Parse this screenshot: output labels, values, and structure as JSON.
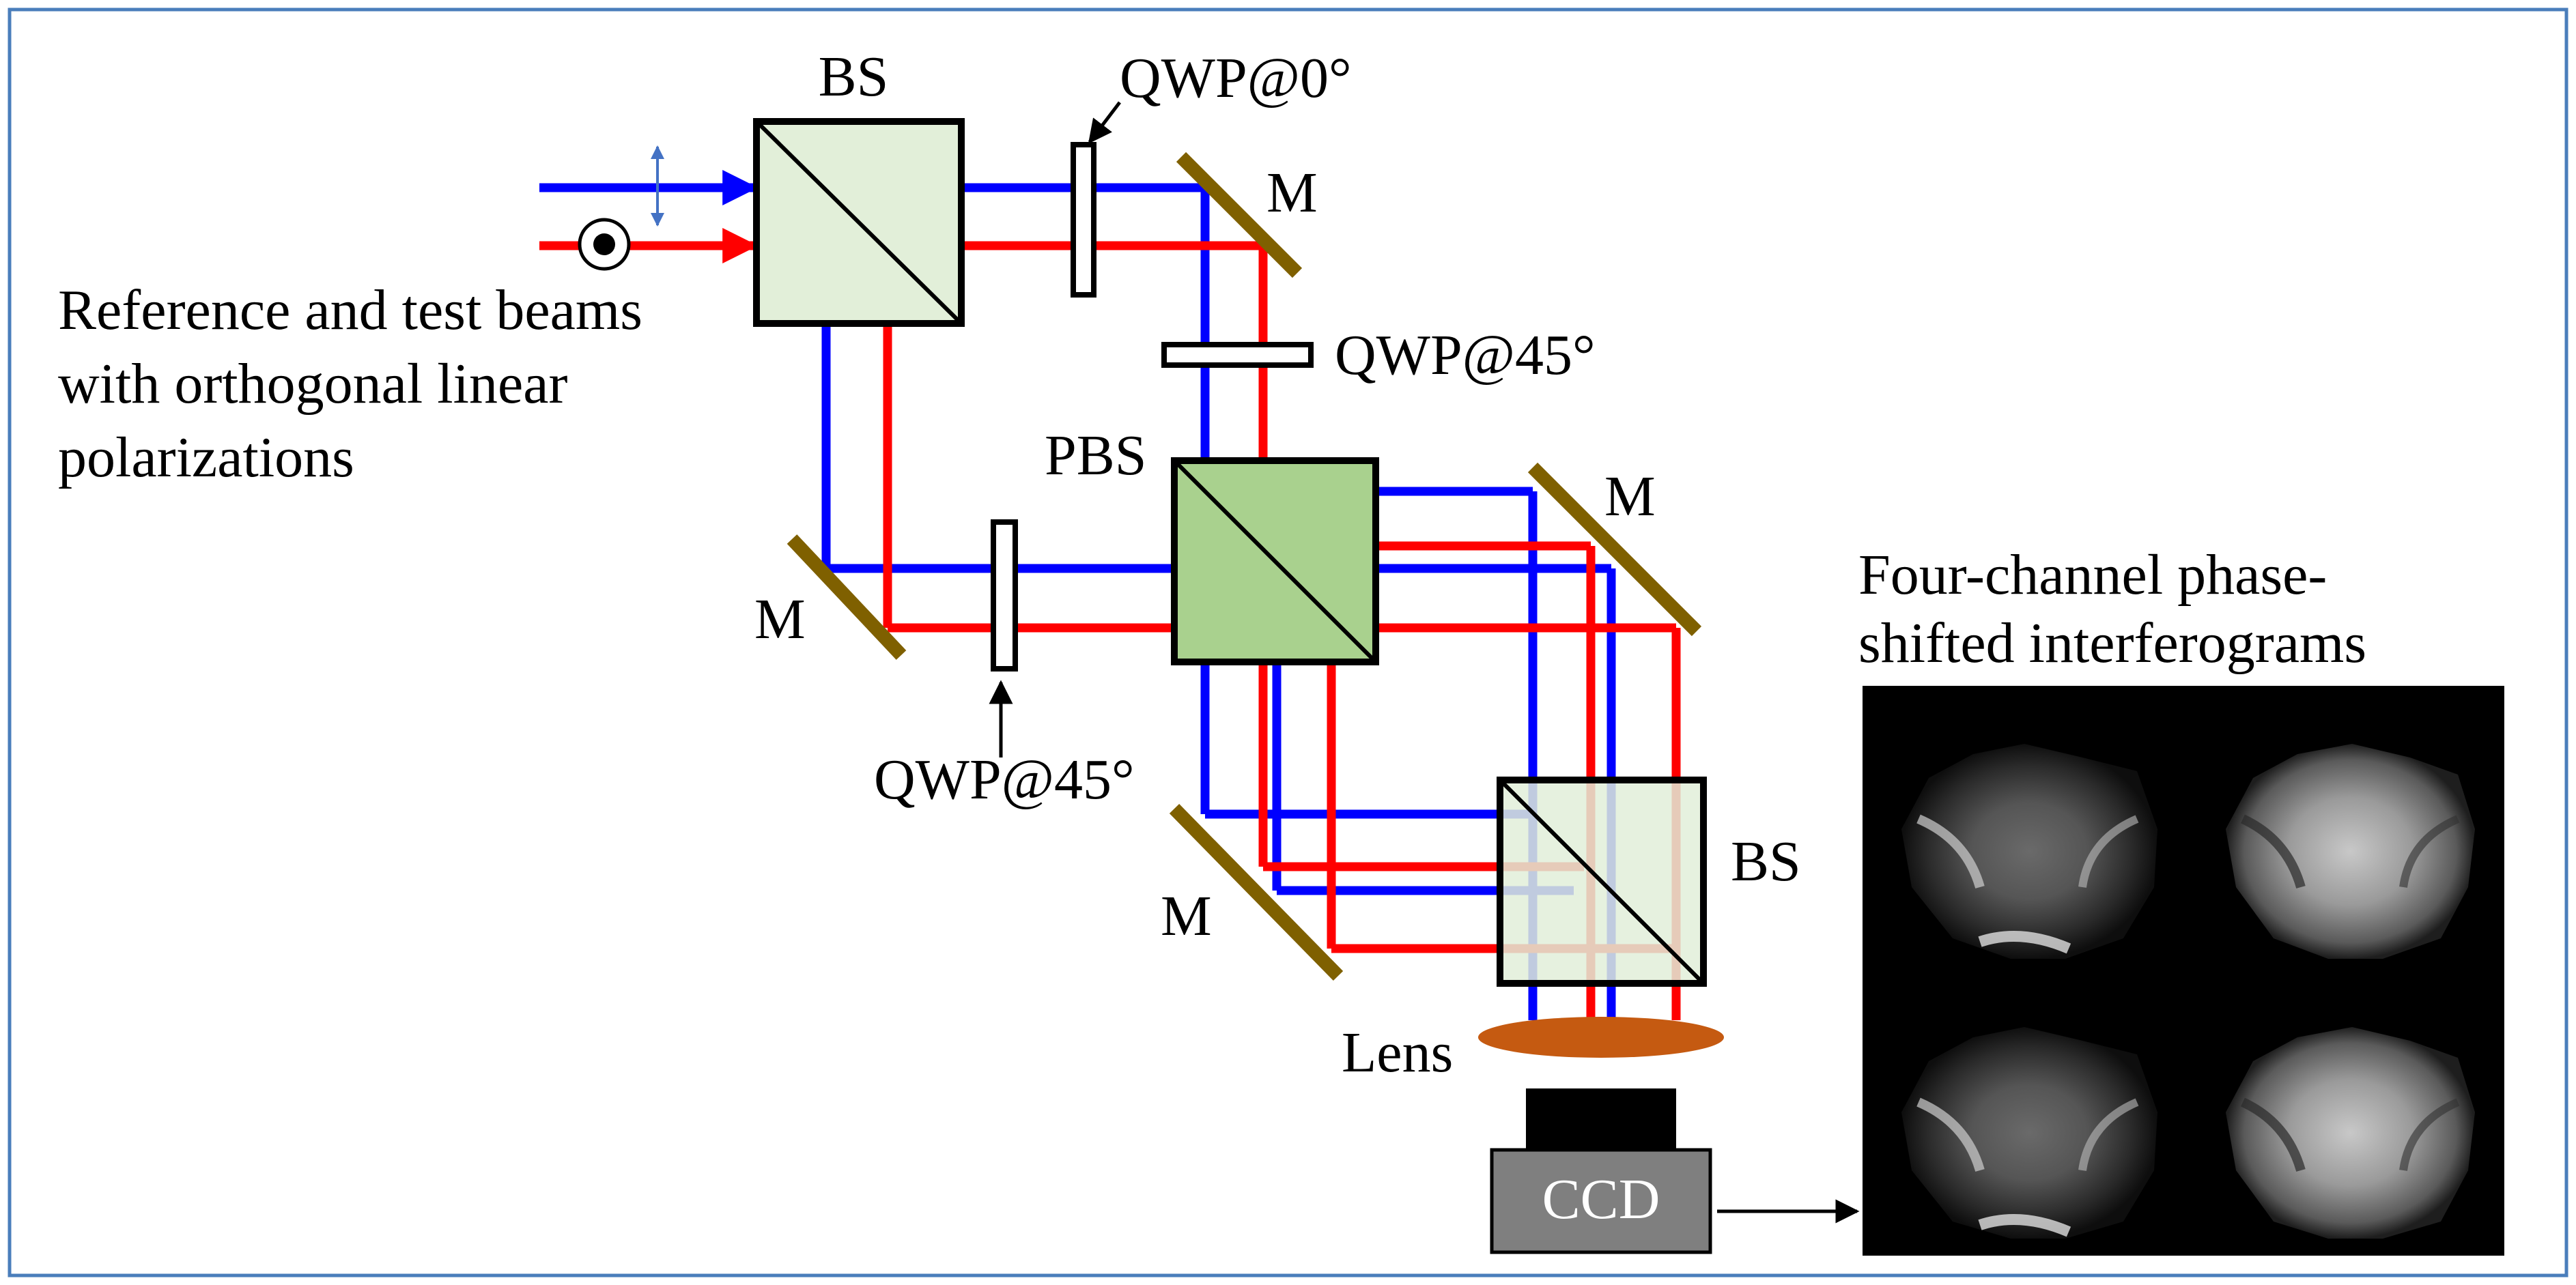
{
  "labels": {
    "bs_top": "BS",
    "qwp_0": "QWP@0°",
    "mirror_top": "M",
    "qwp_45_top": "QWP@45°",
    "pbs": "PBS",
    "mirror_right": "M",
    "mirror_left": "M",
    "qwp_45_bottom": "QWP@45°",
    "mirror_bottom": "M",
    "bs_right": "BS",
    "lens": "Lens",
    "ccd": "CCD",
    "input_line1": "Reference and test beams",
    "input_line2": "with orthogonal linear",
    "input_line3": "polarizations",
    "output_line1": "Four-channel phase-",
    "output_line2": "shifted interferograms"
  },
  "colors": {
    "frame": "#4a7ebb",
    "blue_beam": "#0000ff",
    "red_beam": "#ff0000",
    "bs_fill": "#e2efd9",
    "pbs_fill": "#a9d18e",
    "mirror": "#7f6000",
    "lens": "#c55a11",
    "ccd_body": "#7f7f7f",
    "polarization_arrow": "#4472c4",
    "image_background": "#000000"
  },
  "icons": {
    "polarization_in_plane": "double-headed-arrow",
    "polarization_out_of_plane": "dot-in-circle"
  }
}
